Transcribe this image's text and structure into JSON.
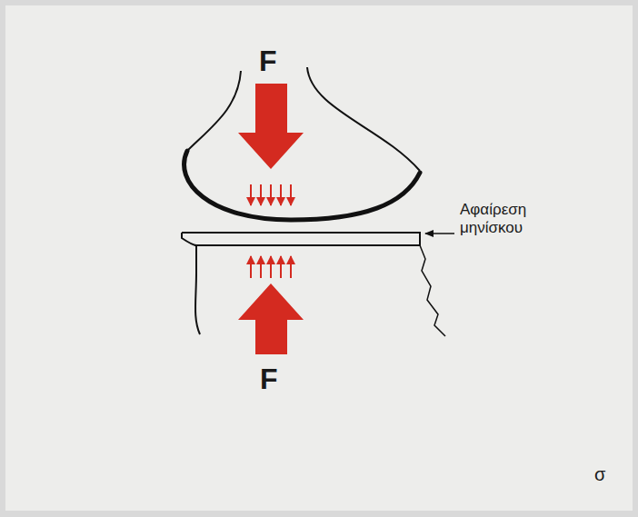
{
  "diagram": {
    "labels": [
      "F",
      "Αφαίρεση μηνίσκου",
      "F",
      "σ"
    ]
  }
}
